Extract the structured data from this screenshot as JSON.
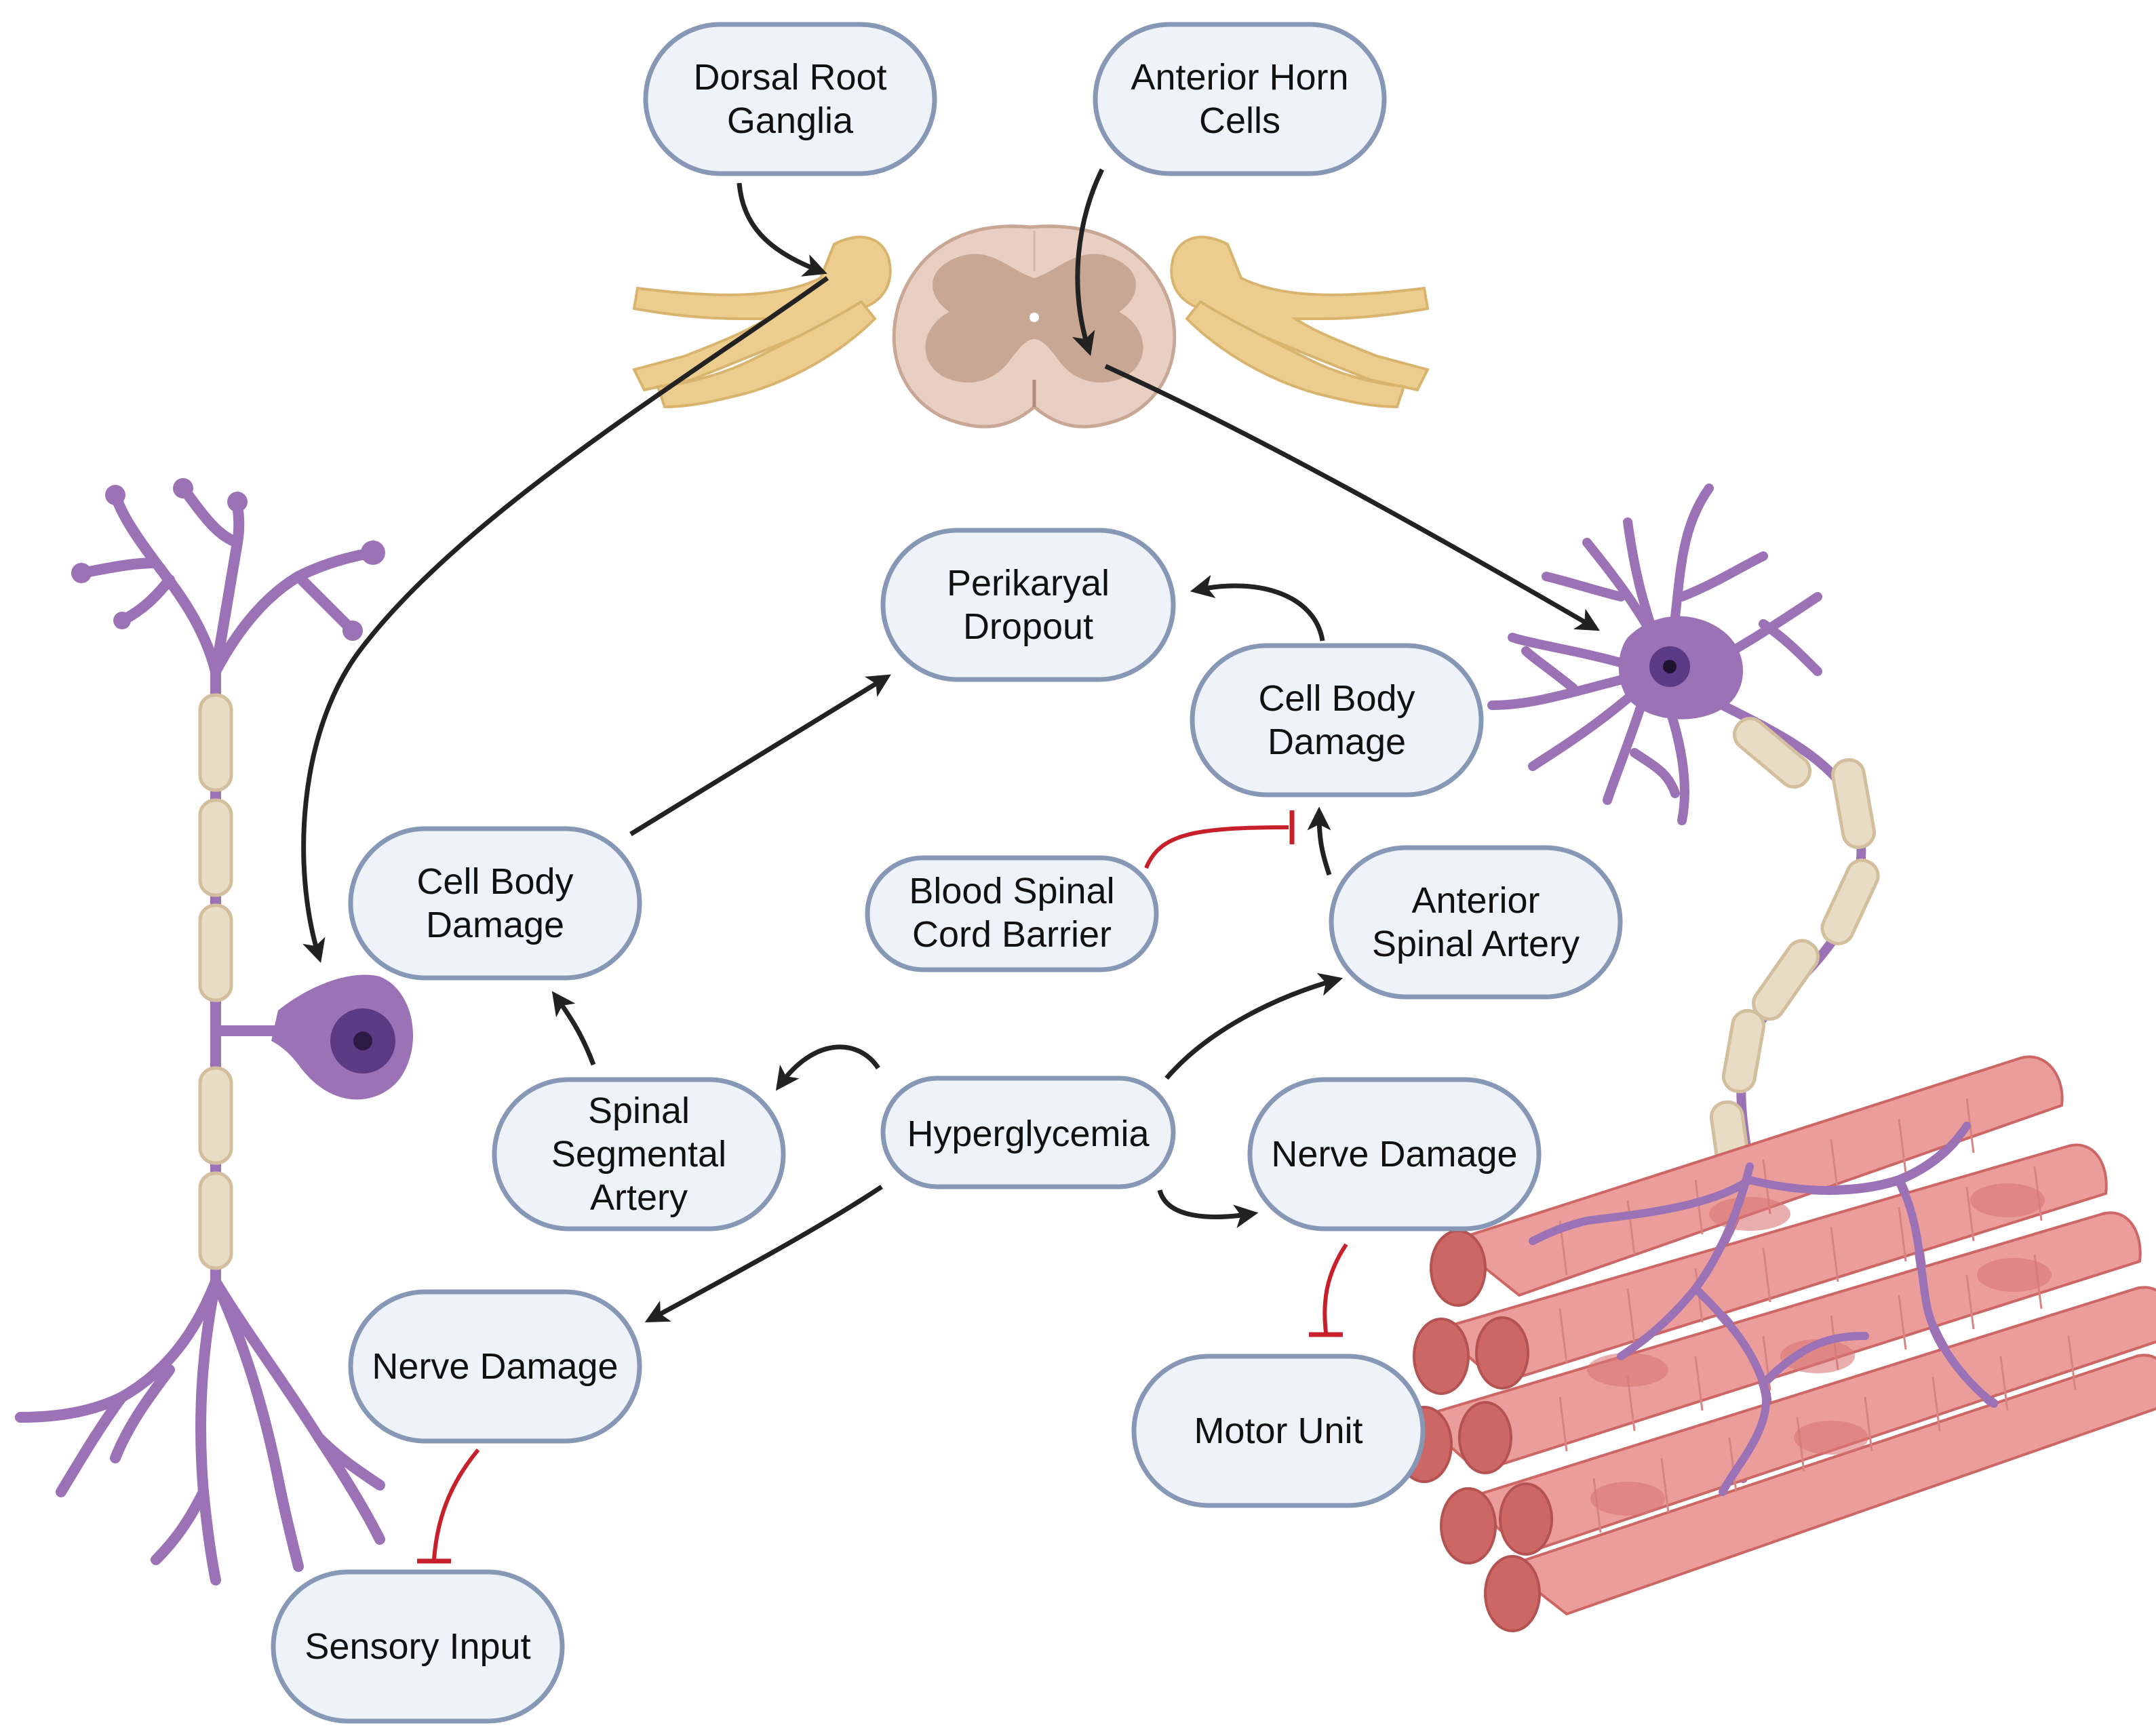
{
  "colors": {
    "node_fill": "#eef3f9",
    "node_border": "#8797b6",
    "activation_arrow": "#222222",
    "inhibition_arrow": "#c8202a",
    "neuron": "#9b72b6",
    "neuron_nucleus": "#5b3a86",
    "myelin": "#e9dcc4",
    "spinal_gray": "#c9a795",
    "spinal_white": "#e8cfc2",
    "nerve_root": "#eccd8e",
    "muscle": "#eb9d9b",
    "muscle_dark": "#cc6766"
  },
  "nodes": {
    "dorsal_root_ganglia": {
      "lines": [
        "Dorsal Root",
        "Ganglia"
      ]
    },
    "anterior_horn_cells": {
      "lines": [
        "Anterior Horn",
        "Cells"
      ]
    },
    "perikaryal_dropout": {
      "lines": [
        "Perikaryal",
        "Dropout"
      ]
    },
    "cell_body_damage_motor": {
      "lines": [
        "Cell Body",
        "Damage"
      ]
    },
    "cell_body_damage_sensory": {
      "lines": [
        "Cell Body",
        "Damage"
      ]
    },
    "blood_spinal_cord_barrier": {
      "lines": [
        "Blood Spinal",
        "Cord Barrier"
      ]
    },
    "anterior_spinal_artery": {
      "lines": [
        "Anterior",
        "Spinal Artery"
      ]
    },
    "spinal_segmental_artery": {
      "lines": [
        "Spinal",
        "Segmental",
        "Artery"
      ]
    },
    "hyperglycemia": {
      "lines": [
        "Hyperglycemia"
      ]
    },
    "nerve_damage_motor": {
      "lines": [
        "Nerve Damage"
      ]
    },
    "nerve_damage_sensory": {
      "lines": [
        "Nerve Damage"
      ]
    },
    "motor_unit": {
      "lines": [
        "Motor Unit"
      ]
    },
    "sensory_input": {
      "lines": [
        "Sensory Input"
      ]
    }
  },
  "edges": [
    {
      "from": "dorsal_root_ganglia",
      "to": "spinal_cord",
      "type": "activation"
    },
    {
      "from": "anterior_horn_cells",
      "to": "spinal_cord",
      "type": "activation"
    },
    {
      "from": "spinal_cord",
      "to": "sensory_neuron",
      "type": "activation"
    },
    {
      "from": "spinal_cord",
      "to": "motor_neuron",
      "type": "activation"
    },
    {
      "from": "cell_body_damage_sensory",
      "to": "perikaryal_dropout",
      "type": "activation"
    },
    {
      "from": "cell_body_damage_motor",
      "to": "perikaryal_dropout",
      "type": "activation"
    },
    {
      "from": "anterior_spinal_artery",
      "to": "cell_body_damage_motor",
      "type": "activation"
    },
    {
      "from": "blood_spinal_cord_barrier",
      "to": "cell_body_damage_motor",
      "type": "inhibition"
    },
    {
      "from": "hyperglycemia",
      "to": "spinal_segmental_artery",
      "type": "activation"
    },
    {
      "from": "spinal_segmental_artery",
      "to": "cell_body_damage_sensory",
      "type": "activation"
    },
    {
      "from": "hyperglycemia",
      "to": "anterior_spinal_artery",
      "type": "activation"
    },
    {
      "from": "hyperglycemia",
      "to": "nerve_damage_motor",
      "type": "activation"
    },
    {
      "from": "hyperglycemia",
      "to": "nerve_damage_sensory",
      "type": "activation"
    },
    {
      "from": "nerve_damage_motor",
      "to": "motor_unit",
      "type": "inhibition"
    },
    {
      "from": "nerve_damage_sensory",
      "to": "sensory_input",
      "type": "inhibition"
    }
  ],
  "icons": {
    "spinal_cord": "spinal-cord-cross-section-icon",
    "sensory_neuron": "sensory-neuron-icon",
    "motor_neuron": "motor-neuron-icon",
    "muscle": "muscle-fiber-bundle-icon"
  }
}
